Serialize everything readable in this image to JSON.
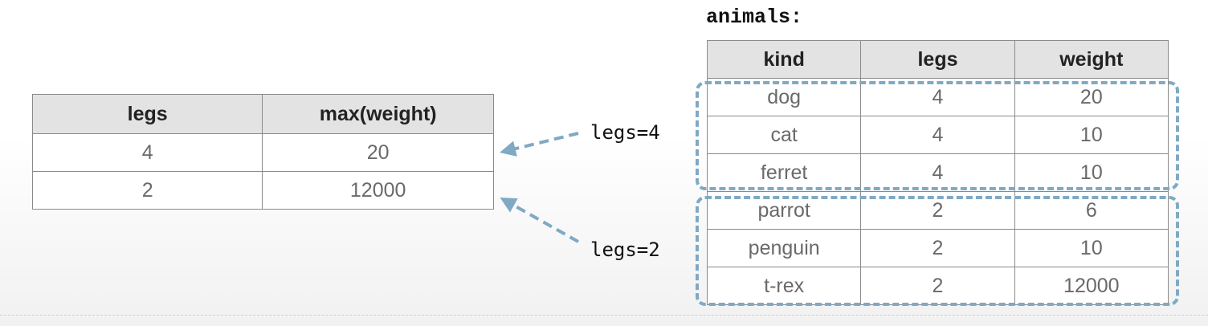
{
  "result_table": {
    "headers": [
      "legs",
      "max(weight)"
    ],
    "rows": [
      [
        "4",
        "20"
      ],
      [
        "2",
        "12000"
      ]
    ]
  },
  "animals_table": {
    "caption": "animals:",
    "headers": [
      "kind",
      "legs",
      "weight"
    ],
    "rows": [
      [
        "dog",
        "4",
        "20"
      ],
      [
        "cat",
        "4",
        "10"
      ],
      [
        "ferret",
        "4",
        "10"
      ],
      [
        "parrot",
        "2",
        "6"
      ],
      [
        "penguin",
        "2",
        "10"
      ],
      [
        "t-rex",
        "2",
        "12000"
      ]
    ]
  },
  "groups": {
    "legs4_label": "legs=4",
    "legs2_label": "legs=2"
  },
  "colors": {
    "dashed_outline": "#7fa9c4",
    "header_bg": "#e3e3e3"
  }
}
